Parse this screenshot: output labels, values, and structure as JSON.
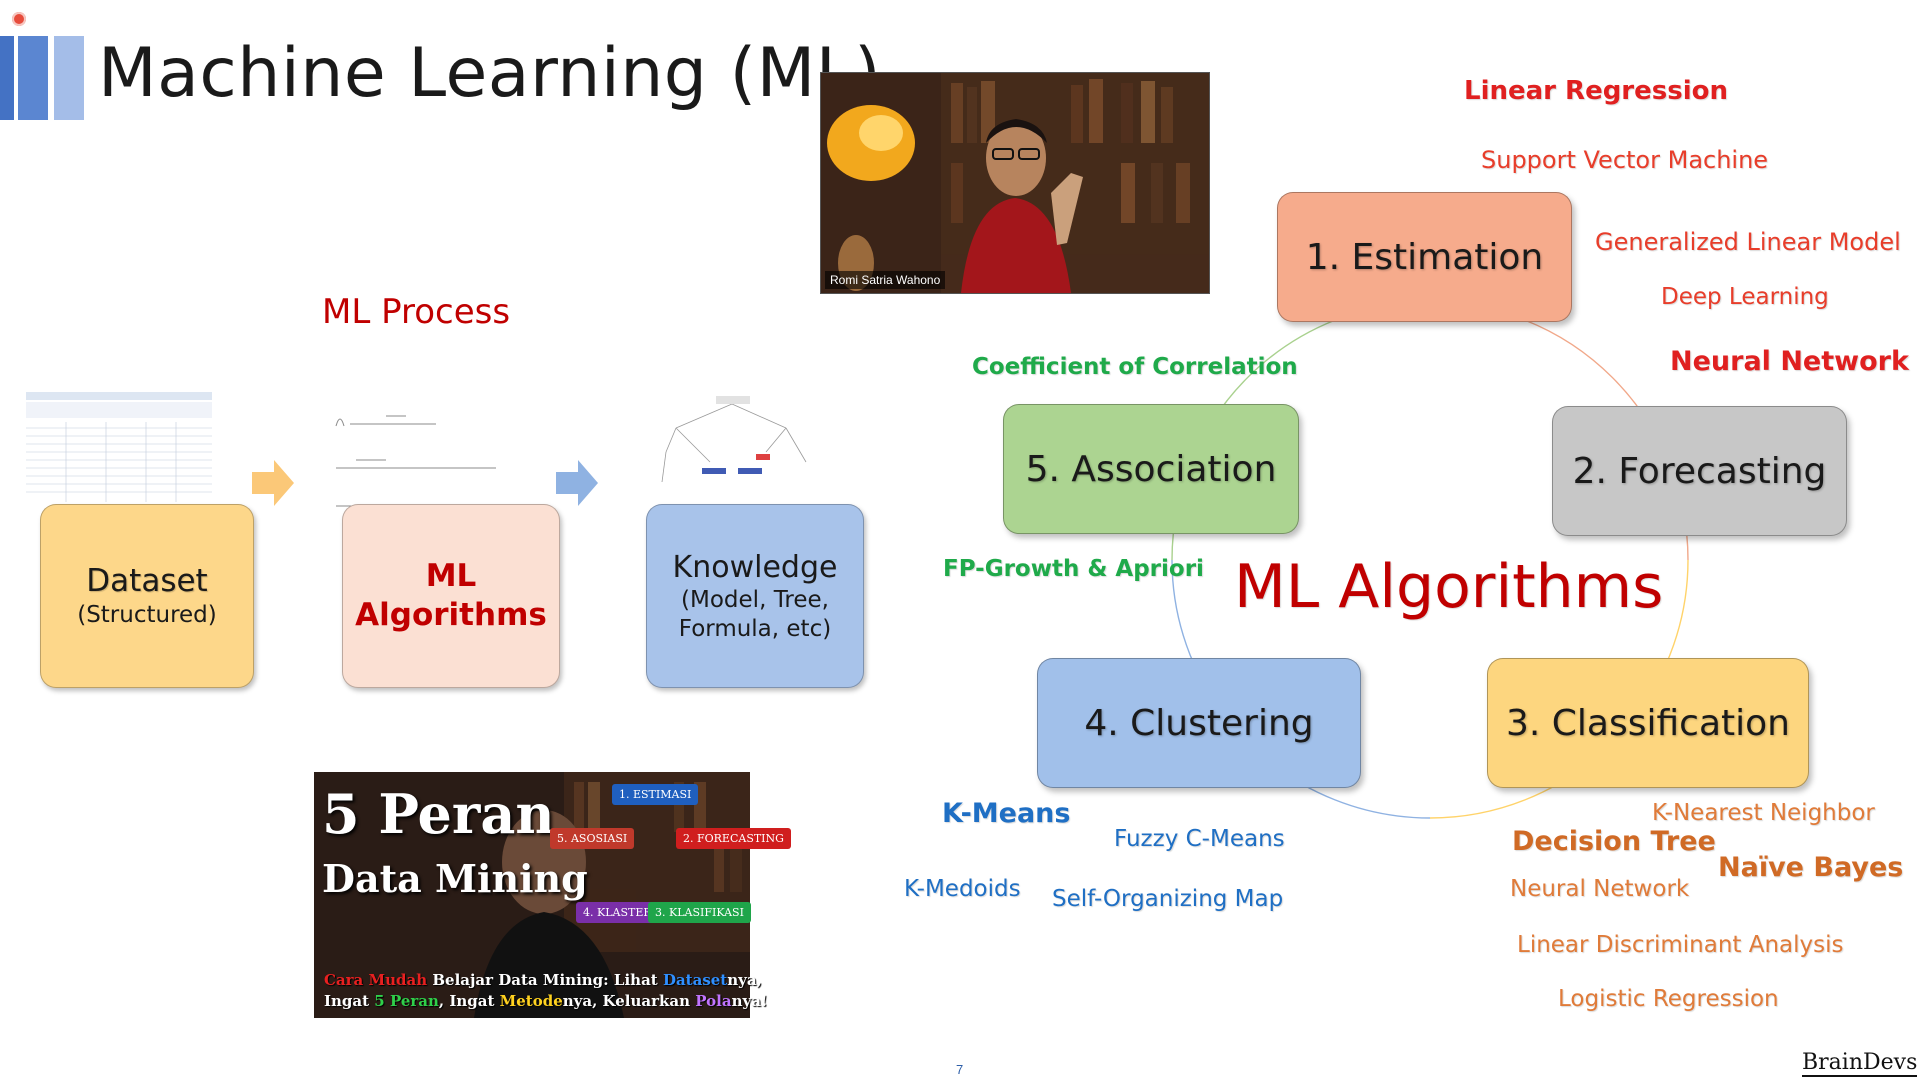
{
  "slide": {
    "title": "Machine Learning (ML)",
    "page_number": "7",
    "brand": "BrainDevs"
  },
  "video": {
    "presenter_name": "Romi Satria Wahono"
  },
  "process": {
    "heading": "ML Process",
    "dataset_title": "Dataset",
    "dataset_sub": "(Structured)",
    "algorithms_line1": "ML",
    "algorithms_line2": "Algorithms",
    "knowledge_title": "Knowledge",
    "knowledge_sub1": "(Model, Tree,",
    "knowledge_sub2": "Formula, etc)"
  },
  "cycle": {
    "center_label": "ML Algorithms",
    "estimation": "1. Estimation",
    "forecasting": "2. Forecasting",
    "classification": "3. Classification",
    "clustering": "4. Clustering",
    "association": "5. Association"
  },
  "algorithms": {
    "estimation": [
      "Linear Regression",
      "Support Vector Machine",
      "Generalized Linear Model",
      "Deep Learning",
      "Neural Network"
    ],
    "association": [
      "Coefficient of Correlation",
      "FP-Growth &  Apriori"
    ],
    "clustering": [
      "K-Means",
      "Fuzzy C-Means",
      "K-Medoids",
      "Self-Organizing Map"
    ],
    "classification": [
      "K-Nearest Neighbor",
      "Decision Tree",
      "Naïve Bayes",
      "Neural Network",
      "Linear Discriminant Analysis",
      "Logistic Regression"
    ]
  },
  "thumbnail": {
    "headline1": "5 Peran",
    "headline2": "Data Mining",
    "chip_estimasi": "1. ESTIMASI",
    "chip_asosiasi": "5. ASOSIASI",
    "chip_forecasting": "2. FORECASTING",
    "chip_klastering": "4. KLASTERING",
    "chip_klasifikasi": "3. KLASIFIKASI",
    "caption_p1": "Cara Mudah",
    "caption_p2": " Belajar Data Mining: Lihat ",
    "caption_p3": "Dataset",
    "caption_p4": "nya,",
    "caption_p5": "Ingat ",
    "caption_p6": "5 Peran",
    "caption_p7": ", Ingat ",
    "caption_p8": "Metode",
    "caption_p9": "nya, Keluarkan ",
    "caption_p10": "Pola",
    "caption_p11": "nya!"
  },
  "colors": {
    "accent_red": "#c00000",
    "estimation_fill": "#f4a582",
    "forecasting_fill": "#c8c8c8",
    "classification_fill": "#fcd57a",
    "clustering_fill": "#9dbde8",
    "association_fill": "#a9d18e",
    "green_text": "#1faa4a",
    "blue_text": "#1f6fc4",
    "orange_text": "#e07b39"
  }
}
